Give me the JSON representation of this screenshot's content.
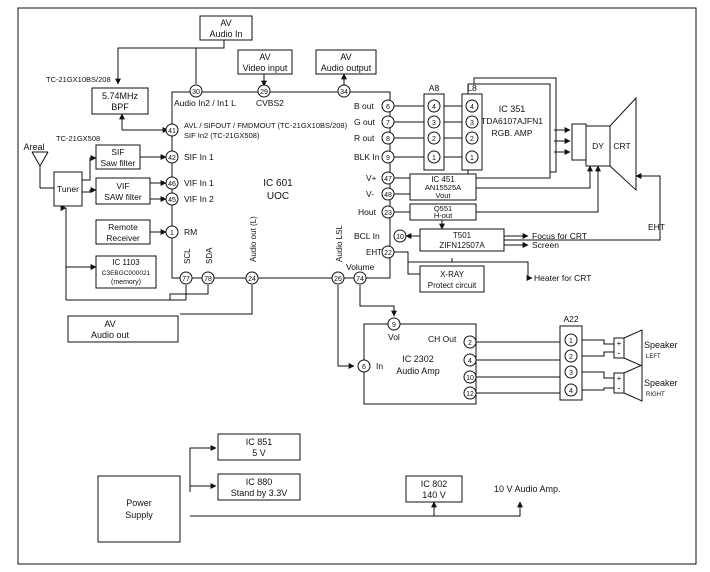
{
  "blocks": {
    "av_audio_in": [
      "AV",
      "Audio In"
    ],
    "av_video_input": [
      "AV",
      "Video input"
    ],
    "av_audio_output": [
      "AV",
      "Audio output"
    ],
    "bpf": [
      "5.74MHz",
      "BPF"
    ],
    "sif": [
      "SIF",
      "Saw filter"
    ],
    "vif": [
      "VIF",
      "SAW filter"
    ],
    "remote": [
      "Remote",
      "Receiver"
    ],
    "ic1103": [
      "IC 1103",
      "C3EBGC000021",
      "(memory)"
    ],
    "ic601": [
      "IC 601",
      "UOC"
    ],
    "av_audio_out": [
      "AV",
      "Audio out"
    ],
    "ic351": [
      "IC 351",
      "TDA6107AJFN1",
      "RGB. AMP"
    ],
    "ic451": [
      "IC 451",
      "AN15525A",
      "Vout"
    ],
    "q551": [
      "Q551",
      "H-out"
    ],
    "t501": [
      "T501",
      "ZIFN12507A"
    ],
    "xray": [
      "X-RAY",
      "Protect circuit"
    ],
    "ic2302": [
      "IC 2302",
      "Audio Amp"
    ],
    "ic851": [
      "IC 851",
      "5 V"
    ],
    "ic880": [
      "IC 880",
      "Stand by 3.3V"
    ],
    "ic802": [
      "IC 802",
      "140 V"
    ],
    "power": [
      "Power",
      "Supply"
    ]
  },
  "labels": {
    "tuner": "Tuner",
    "areal": "Areal",
    "dy": "DY",
    "crt": "CRT",
    "a8": "A8",
    "l8": "L8",
    "a22": "A22",
    "tc208_top": "TC-21GX10BS/208",
    "tc508_left": "TC-21GX508",
    "audio_in_line": "Audio In2 / In1 L",
    "cvbs2": "CVBS2",
    "avl_line": "AVL / SIFOUT / FMDMOUT (TC-21GX10BS/208)",
    "sif_in2_line": "SIF In2 (TC-21GX508)",
    "sif_in1": "SIF In 1",
    "vif_in1": "VIF In 1",
    "vif_in2": "VIF In 2",
    "rm": "RM",
    "scl": "SCL",
    "sda": "SDA",
    "audio_out_l": "Audio out (L)",
    "audio_lsl": "Audio LSL",
    "volume": "Volume",
    "b_out": "B out",
    "g_out": "G out",
    "r_out": "R out",
    "blk_in": "BLK In",
    "v_plus": "V+",
    "v_minus": "V-",
    "hout": "Hout",
    "bcl_in": "BCL In",
    "eht_pin": "EHT",
    "eht_side": "EHT",
    "focus": "Focus for CRT",
    "screen": "Screen",
    "heater": "Heater for CRT",
    "vol": "Vol",
    "ch_out": "CH Out",
    "amp_in": "In",
    "speaker_left": "Speaker",
    "left": "LEFT",
    "speaker_right": "Speaker",
    "right": "RIGHT",
    "audio_10v": "10 V Audio Amp.",
    "plus": "+",
    "minus": "-"
  },
  "pins": {
    "p30": "30",
    "p29": "29",
    "p34": "34",
    "p41": "41",
    "p42": "42",
    "p46": "46",
    "p45": "45",
    "p1": "1",
    "p77": "77",
    "p78": "78",
    "p24": "24",
    "p26": "26",
    "p74": "74",
    "p6": "6",
    "p7": "7",
    "p8": "8",
    "p9": "9",
    "p47": "47",
    "p48": "48",
    "p23": "23",
    "p10": "10",
    "p22": "22",
    "a8_4": "4",
    "a8_3": "3",
    "a8_2": "2",
    "a8_1": "1",
    "l8_4": "4",
    "l8_3": "3",
    "l8_2": "2",
    "l8_1": "1",
    "amp9": "9",
    "amp6": "6",
    "amp2": "2",
    "amp4": "4",
    "amp10": "10",
    "amp12": "12",
    "a22_1": "1",
    "a22_2": "2",
    "a22_3": "3",
    "a22_4": "4"
  }
}
